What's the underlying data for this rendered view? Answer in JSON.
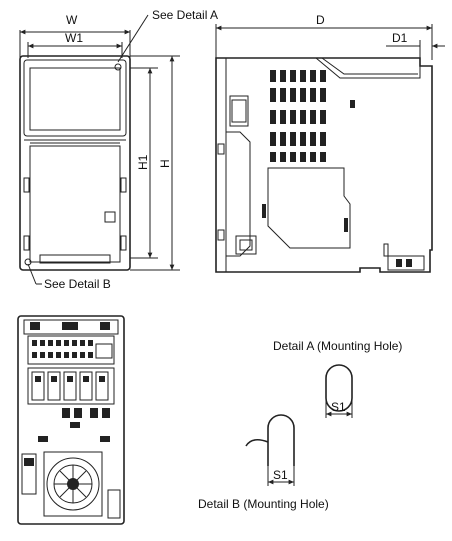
{
  "labels": {
    "w": "W",
    "w1": "W1",
    "d": "D",
    "d1": "D1",
    "h": "H",
    "h1": "H1",
    "see_detail_a": "See Detail A",
    "see_detail_b": "See Detail B",
    "detail_a_title": "Detail A (Mounting Hole)",
    "detail_b_title": "Detail B (Mounting Hole)",
    "s1_a": "S1",
    "s1_b": "S1"
  }
}
